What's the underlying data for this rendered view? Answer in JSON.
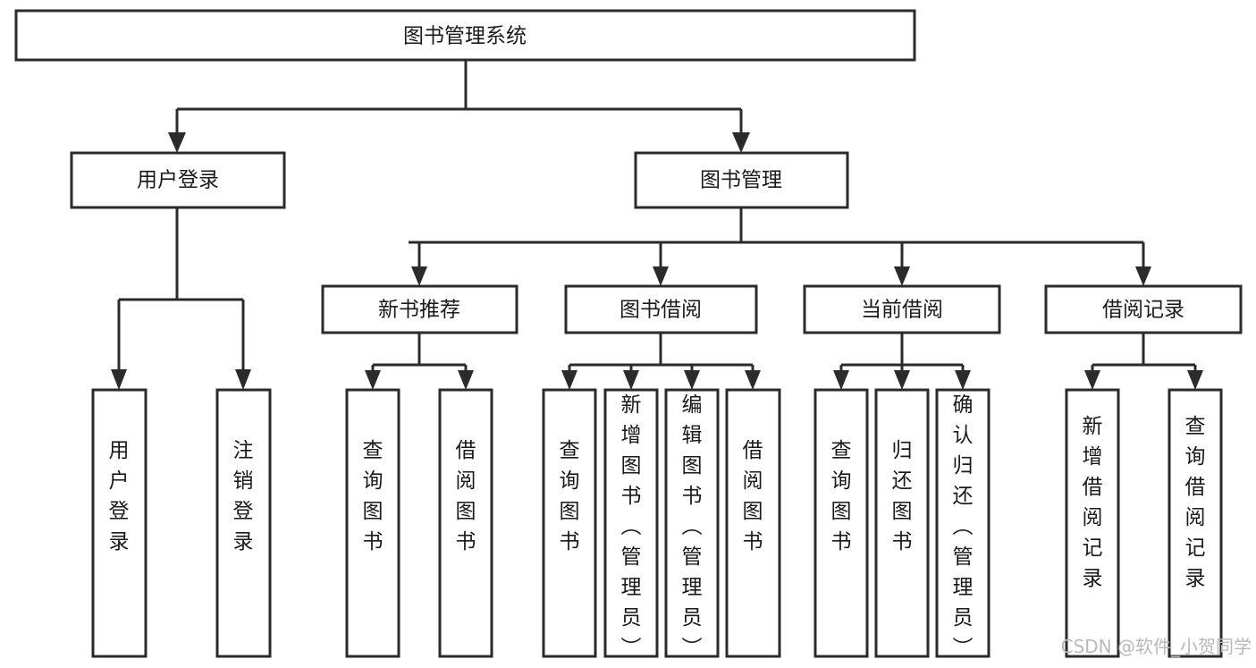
{
  "diagram": {
    "type": "tree-hierarchy-chart",
    "title": "图书管理系统",
    "orientation": "top-down",
    "colors": {
      "box_fill": "#ffffff",
      "box_stroke": "#2b2b2b",
      "text": "#1a1a1a",
      "background": "#ffffff",
      "watermark": "#b9b9b9"
    },
    "levels": 4
  },
  "root": {
    "label": "图书管理系统"
  },
  "level2": [
    {
      "label": "用户登录"
    },
    {
      "label": "图书管理"
    }
  ],
  "level3": [
    {
      "label": "新书推荐"
    },
    {
      "label": "图书借阅"
    },
    {
      "label": "当前借阅"
    },
    {
      "label": "借阅记录"
    }
  ],
  "leaves": {
    "user_login": [
      {
        "label": "用户登录"
      },
      {
        "label": "注销登录"
      }
    ],
    "new_book_recommend": [
      {
        "label": "查询图书"
      },
      {
        "label": "借阅图书"
      }
    ],
    "book_borrow": [
      {
        "label": "查询图书"
      },
      {
        "label": "新增图书（管理员）"
      },
      {
        "label": "编辑图书（管理员）"
      },
      {
        "label": "借阅图书"
      }
    ],
    "current_borrow": [
      {
        "label": "查询图书"
      },
      {
        "label": "归还图书"
      },
      {
        "label": "确认归还（管理员）"
      }
    ],
    "borrow_record": [
      {
        "label": "新增借阅记录"
      },
      {
        "label": "查询借阅记录"
      }
    ]
  },
  "watermark": {
    "text": "CSDN @软件_小贺同学"
  }
}
